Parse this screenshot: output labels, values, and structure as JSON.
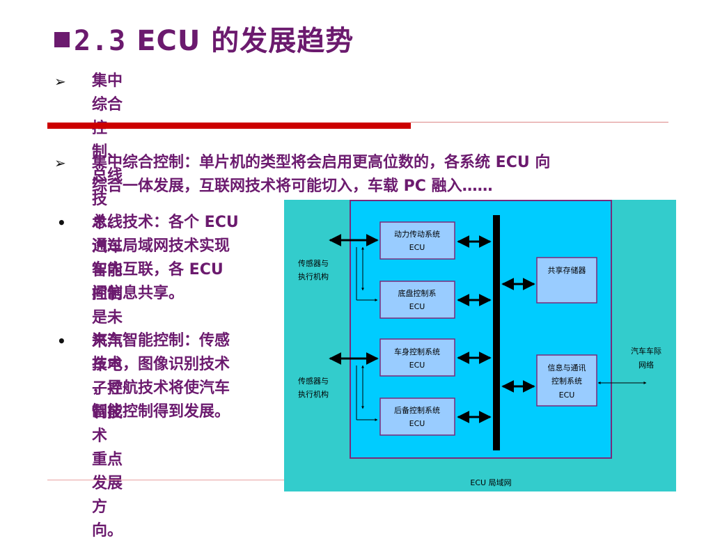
{
  "title": {
    "number": "2.3",
    "text": "ECU 的发展趋势"
  },
  "bullets": [
    {
      "marker": "➢",
      "lines": [
        "集中综合控制、总线技术、汽车智能控制是未来汽车电子控制技术",
        "重点发展方向。"
      ]
    },
    {
      "marker": "➢",
      "lines": [
        "集中综合控制：单片机的类型将会启用更高位数的，各系统 ECU 向",
        "综合一体发展，互联网技术将可能切入，车载 PC 融入……"
      ]
    }
  ],
  "dot_items": [
    {
      "marker": "•",
      "lines": [
        "总线技术：各个 ECU",
        "通过局域网技术实现",
        "车内互联，各 ECU",
        "间信息共享。"
      ]
    },
    {
      "marker": "•",
      "lines": [
        "汽车智能控制：传感",
        "技术，图像识别技术",
        "，导航技术将使汽车",
        "智能控制得到发展。"
      ]
    }
  ],
  "diagram": {
    "colors": {
      "outer": "#33cccc",
      "inner": "#00ccff",
      "box": "#99ccff",
      "border": "#7a2a7a",
      "bus": "#000000"
    },
    "left_labels": [
      [
        "传感器与",
        "执行机构"
      ],
      [
        "传感器与",
        "执行机构"
      ]
    ],
    "ecus": [
      [
        "动力传动系统",
        "ECU"
      ],
      [
        "底盘控制系",
        "ECU"
      ],
      [
        "车身控制系统",
        "ECU"
      ],
      [
        "后备控制系统",
        "ECU"
      ]
    ],
    "storage": "共享存储器",
    "comm": [
      "信息与通讯",
      "控制系统",
      "ECU"
    ],
    "external": [
      "汽车车际",
      "网络"
    ],
    "caption": "ECU 局域网"
  }
}
